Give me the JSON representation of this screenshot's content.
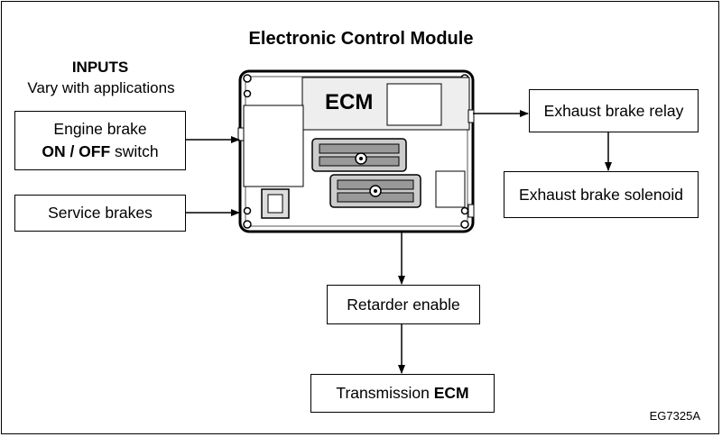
{
  "diagram": {
    "title": "Electronic Control Module",
    "inputs": {
      "heading": "INPUTS",
      "subheading": "Vary with applications"
    },
    "ecm_label": "ECM",
    "boxes": {
      "engine_brake": {
        "line1": "Engine brake",
        "line2_bold": "ON / OFF",
        "line2_rest": " switch"
      },
      "service_brakes": {
        "label": "Service brakes"
      },
      "exhaust_relay": {
        "label": "Exhaust brake relay"
      },
      "exhaust_solenoid": {
        "label": "Exhaust brake solenoid"
      },
      "retarder_enable": {
        "label": "Retarder enable"
      },
      "transmission_ecm": {
        "label_regular": "Transmission ",
        "label_bold": "ECM"
      }
    },
    "figure_code": "EG7325A"
  }
}
